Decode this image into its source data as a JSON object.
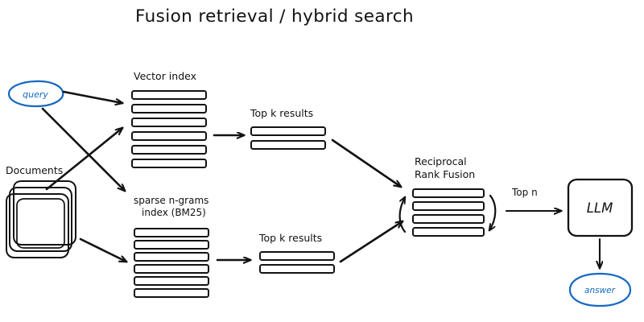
{
  "diagram": {
    "title": "Fusion retrieval / hybrid search",
    "background_color": "#ffffff",
    "ink_color": "#121212",
    "accent_color": "#1668c1",
    "nodes": {
      "query": {
        "label": "query",
        "shape": "ellipse",
        "color": "#1668c1"
      },
      "documents": {
        "label": "Documents",
        "shape": "stacked-rounded-squares",
        "stack_count": 3
      },
      "vector_index": {
        "label": "Vector index",
        "bar_count": 6
      },
      "sparse_index": {
        "label_line1": "sparse n-grams",
        "label_line2": "index (BM25)",
        "bar_count": 6
      },
      "top_k_top": {
        "label": "Top k results",
        "bar_count": 2
      },
      "top_k_bottom": {
        "label": "Top k results",
        "bar_count": 2
      },
      "rrf": {
        "label_line1": "Reciprocal",
        "label_line2": "Rank Fusion",
        "bar_count": 4
      },
      "llm": {
        "label": "LLM",
        "shape": "rounded-rect"
      },
      "answer": {
        "label": "answer",
        "shape": "ellipse",
        "color": "#1668c1"
      }
    },
    "edges": [
      {
        "id": "query-to-vector",
        "from": "query",
        "to": "vector_index",
        "label": ""
      },
      {
        "id": "query-to-sparse",
        "from": "query",
        "to": "sparse_index",
        "label": ""
      },
      {
        "id": "documents-to-vector",
        "from": "documents",
        "to": "vector_index",
        "label": ""
      },
      {
        "id": "documents-to-sparse",
        "from": "documents",
        "to": "sparse_index",
        "label": ""
      },
      {
        "id": "vector-to-topk",
        "from": "vector_index",
        "to": "top_k_top",
        "label": ""
      },
      {
        "id": "sparse-to-topk",
        "from": "sparse_index",
        "to": "top_k_bottom",
        "label": ""
      },
      {
        "id": "topk-top-to-rrf",
        "from": "top_k_top",
        "to": "rrf",
        "label": ""
      },
      {
        "id": "topk-bottom-to-rrf",
        "from": "top_k_bottom",
        "to": "rrf",
        "label": ""
      },
      {
        "id": "rrf-to-llm",
        "from": "rrf",
        "to": "llm",
        "label": "Top n"
      },
      {
        "id": "llm-to-answer",
        "from": "llm",
        "to": "answer",
        "label": ""
      }
    ],
    "labels": {
      "top_n": "Top n"
    }
  }
}
